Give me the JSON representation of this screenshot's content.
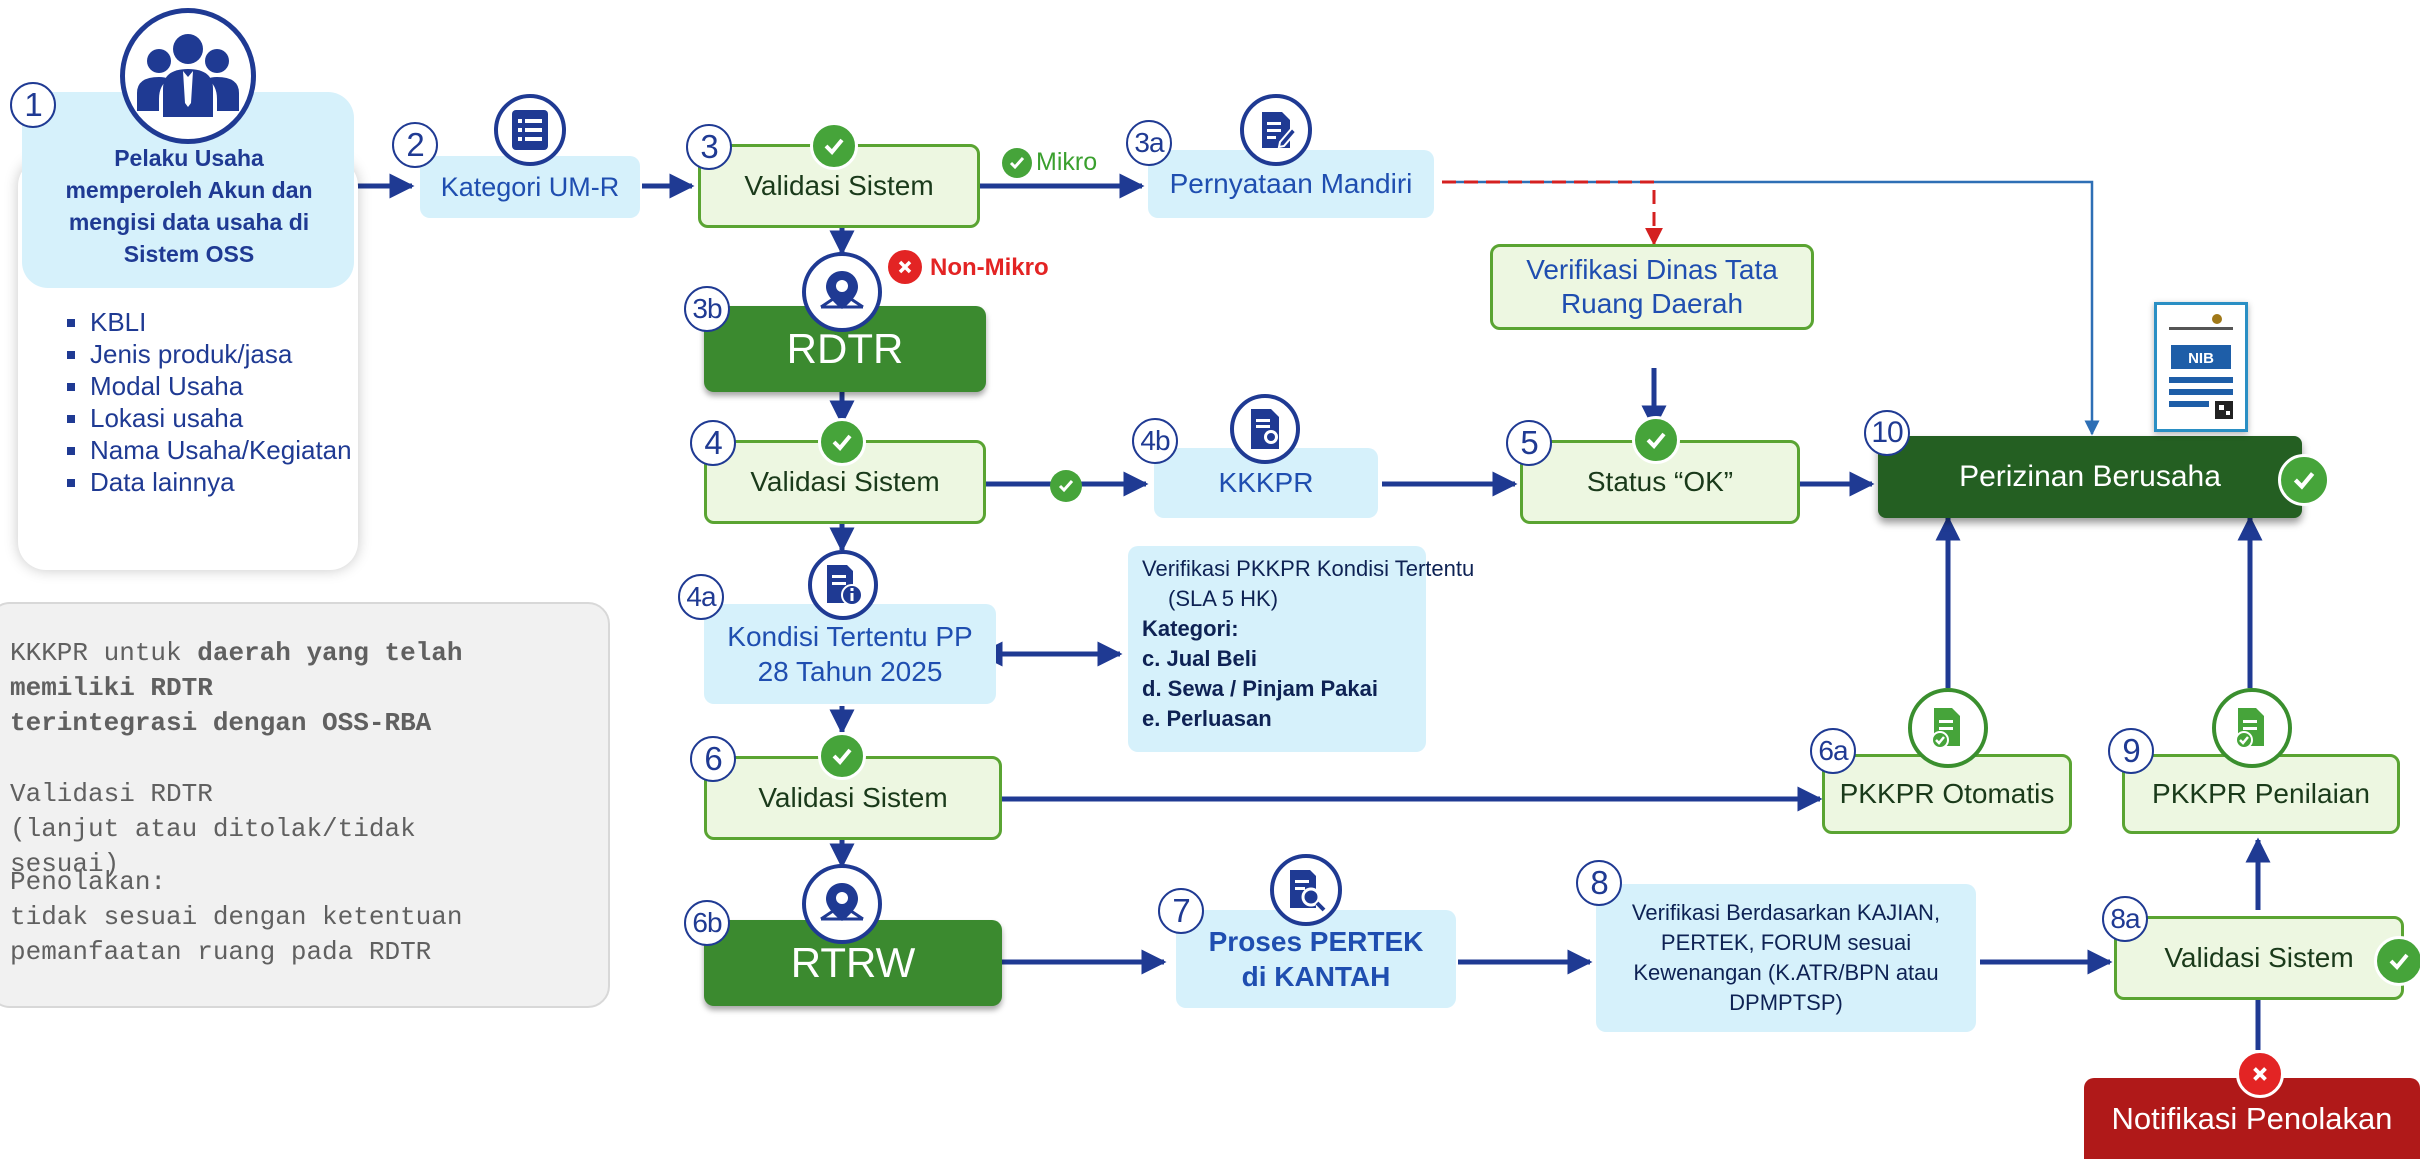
{
  "left_panel": {
    "box_text": "Pelaku Usaha memperoleh Akun dan mengisi data usaha di Sistem OSS",
    "items": [
      "KBLI",
      "Jenis produk/jasa",
      "Modal Usaha",
      "Lokasi usaha",
      "Nama Usaha/Kegiatan",
      "Data lainnya"
    ]
  },
  "note": {
    "line1_normal": "KKKPR untuk ",
    "line1_bold": "daerah yang telah",
    "line2_bold": "memiliki RDTR",
    "line3_bold": "terintegrasi dengan OSS-RBA",
    "validasi_title": "Validasi RDTR",
    "validasi_sub1": "(lanjut atau ditolak/tidak",
    "validasi_sub2": "sesuai)",
    "penolakan_title": "Penolakan:",
    "penolakan_line1": "tidak sesuai dengan ketentuan",
    "penolakan_line2": "pemanfaatan ruang  pada RDTR"
  },
  "steps": {
    "n1": "1",
    "n2": "2",
    "n3": "3",
    "n3a": "3a",
    "n3b": "3b",
    "n4": "4",
    "n4a": "4a",
    "n4b": "4b",
    "n5": "5",
    "n6": "6",
    "n6a": "6a",
    "n6b": "6b",
    "n7": "7",
    "n8": "8",
    "n8a": "8a",
    "n9": "9",
    "n10": "10"
  },
  "nodes": {
    "kategori": "Kategori UM-R",
    "validasi3": "Validasi Sistem",
    "mikro": "Mikro",
    "non_mikro": "Non-Mikro",
    "pernyataan": "Pernyataan Mandiri",
    "verifikasi_dinas": "Verifikasi Dinas Tata Ruang Daerah",
    "rdtr": "RDTR",
    "validasi4": "Validasi Sistem",
    "kkkpr": "KKKPR",
    "status_ok": "Status “OK”",
    "perizinan": "Perizinan Berusaha",
    "nib": "NIB",
    "kondisi": "Kondisi Tertentu PP 28 Tahun 2025",
    "verifikasi_pkkpr": {
      "title": "Verifikasi PKKPR Kondisi Tertentu",
      "sla": "(SLA 5 HK)",
      "kategori": "Kategori:",
      "items": [
        "c. Jual Beli",
        "d. Sewa / Pinjam Pakai",
        "e. Perluasan"
      ]
    },
    "validasi6": "Validasi Sistem",
    "pkkpr_otomatis": "PKKPR Otomatis",
    "pkkpr_penilaian": "PKKPR Penilaian",
    "rtrw": "RTRW",
    "proses_pertek_1": "Proses PERTEK",
    "proses_pertek_2": "di KANTAH",
    "verifikasi_kajian": "Verifikasi Berdasarkan KAJIAN, PERTEK, FORUM sesuai Kewenangan (K.ATR/BPN atau DPMPTSP)",
    "validasi8a": "Validasi Sistem",
    "notifikasi": "Notifikasi Penolakan"
  },
  "colors": {
    "navy": "#1f3a93",
    "blue_text": "#1f4eb0",
    "light_box": "#d6f1fb",
    "green_border": "#5aa432",
    "dark_green": "#3b8a2f",
    "darker_green": "#245f22",
    "check_green": "#46a43a",
    "red": "#e32424",
    "dark_red": "#b01919"
  }
}
